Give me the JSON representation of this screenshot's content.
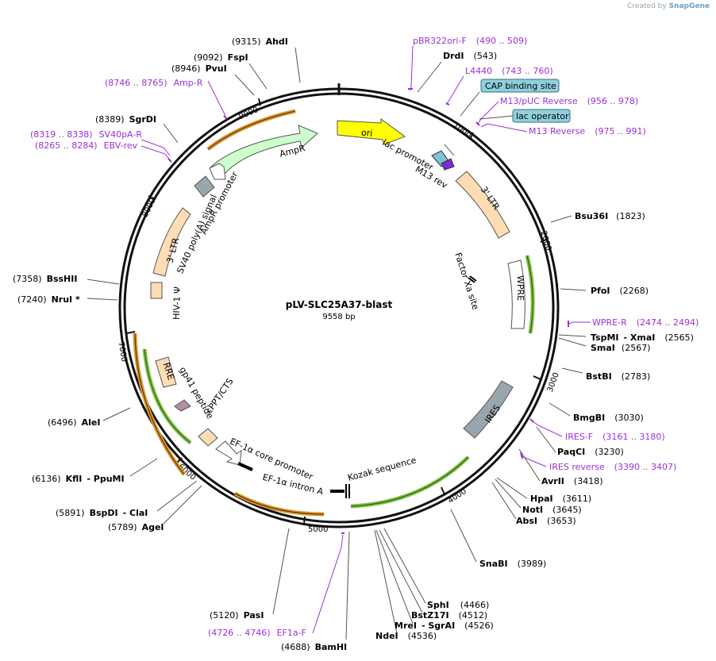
{
  "credit": {
    "prefix": "Created by",
    "brand": "SnapGene"
  },
  "plasmid": {
    "name": "pLV-SLC25A37-blast",
    "length": "9558 bp"
  },
  "ticks": [
    "1000",
    "2000",
    "3000",
    "4000",
    "5000",
    "6000",
    "7000",
    "8000",
    "9000"
  ],
  "sites": [
    {
      "name": "AhdI",
      "pos": "(9315)"
    },
    {
      "name": "FspI",
      "pos": "(9092)"
    },
    {
      "name": "PvuI",
      "pos": "(8946)"
    },
    {
      "name": "SgrDI",
      "pos": "(8389)"
    },
    {
      "name": "DrdI",
      "pos": "(543)"
    },
    {
      "name": "Bsu36I",
      "pos": "(1823)"
    },
    {
      "name": "PfoI",
      "pos": "(2268)"
    },
    {
      "name": "TspMI",
      "sep": "- XmaI",
      "pos": "(2565)"
    },
    {
      "name": "SmaI",
      "pos": "(2567)"
    },
    {
      "name": "BstBI",
      "pos": "(2783)"
    },
    {
      "name": "BmgBI",
      "pos": "(3030)"
    },
    {
      "name": "PaqCI",
      "pos": "(3230)"
    },
    {
      "name": "AvrII",
      "pos": "(3418)"
    },
    {
      "name": "HpaI",
      "pos": "(3611)"
    },
    {
      "name": "NotI",
      "pos": "(3645)"
    },
    {
      "name": "AbsI",
      "pos": "(3653)"
    },
    {
      "name": "SnaBI",
      "pos": "(3989)"
    },
    {
      "name": "SphI",
      "pos": "(4466)"
    },
    {
      "name": "BstZ17I",
      "pos": "(4512)"
    },
    {
      "name": "MreI",
      "sep": "- SgrAI",
      "pos": "(4526)"
    },
    {
      "name": "NdeI",
      "pos": "(4536)"
    },
    {
      "name": "BamHI",
      "pos": "(4688)"
    },
    {
      "name": "PasI",
      "pos": "(5120)"
    },
    {
      "name": "AgeI",
      "pos": "(5789)"
    },
    {
      "name": "BspDI",
      "sep": "- ClaI",
      "pos": "(5891)"
    },
    {
      "name": "KflI",
      "sep": "- PpuMI",
      "pos": "(6136)"
    },
    {
      "name": "AleI",
      "pos": "(6496)"
    },
    {
      "name": "NruI *",
      "pos": "(7240)"
    },
    {
      "name": "BssHII",
      "pos": "(7358)"
    }
  ],
  "primers": [
    {
      "name": "pBR322ori-F",
      "range": "(490 .. 509)"
    },
    {
      "name": "L4440",
      "range": "(743 .. 760)"
    },
    {
      "name": "M13/pUC Reverse",
      "range": "(956 .. 978)"
    },
    {
      "name": "M13 Reverse",
      "range": "(975 .. 991)"
    },
    {
      "name": "WPRE-R",
      "range": "(2474 .. 2494)"
    },
    {
      "name": "IRES-F",
      "range": "(3161 .. 3180)"
    },
    {
      "name": "IRES reverse",
      "range": "(3390 .. 3407)"
    },
    {
      "name": "EF1a-F",
      "range": "(4726 .. 4746)"
    },
    {
      "name": "Amp-R",
      "range": "(8746 .. 8765)"
    },
    {
      "name": "SV40pA-R",
      "range": "(8319 .. 8338)"
    },
    {
      "name": "EBV-rev",
      "range": "(8265 .. 8284)"
    }
  ],
  "boxed": [
    "CAP binding site",
    "lac operator"
  ],
  "features": {
    "ori": "ori",
    "amp": "AmpR",
    "amp_promoter": "AmpR promoter",
    "sv40": "SV40 poly(A) signal",
    "ltr5": "3' LTR",
    "ltr3": "3' LTR",
    "hiv": "HIV-1 Ψ",
    "rre": "RRE",
    "gp41": "gp41 peptide",
    "cppt": "cPPT/CTS",
    "ef1a_core": "EF-1α core promoter",
    "ef1a_intron": "EF-1α intron A",
    "kozak": "Kozak sequence",
    "ires": "IRES",
    "wpre": "WPRE",
    "factor_xa": "Factor Xa site",
    "lac": "lac promoter",
    "m13rev": "M13 rev"
  },
  "colors": {
    "primer": "#9b30d9",
    "ori": "#ffff00",
    "amp": "#ccffcc",
    "ltr": "#ffdcb4",
    "ires": "#9aa6ad",
    "orange_arrow": "#e0962d",
    "green_arrow": "#7dc242",
    "boxed_bg": "#8fd0dd"
  }
}
